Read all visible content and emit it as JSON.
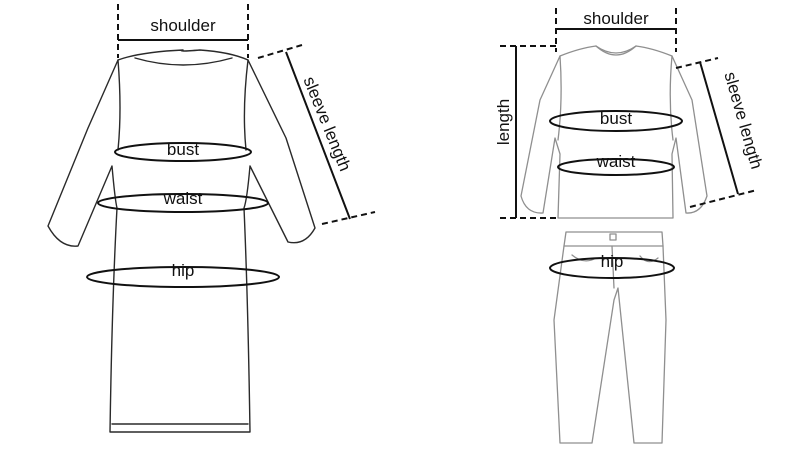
{
  "dress": {
    "shoulder": "shoulder",
    "sleeve_length": "sleeve length",
    "bust": "bust",
    "waist": "waist",
    "hip": "hip"
  },
  "two_piece": {
    "shoulder": "shoulder",
    "sleeve_length": "sleeve length",
    "length": "length",
    "bust": "bust",
    "waist": "waist",
    "hip": "hip"
  }
}
